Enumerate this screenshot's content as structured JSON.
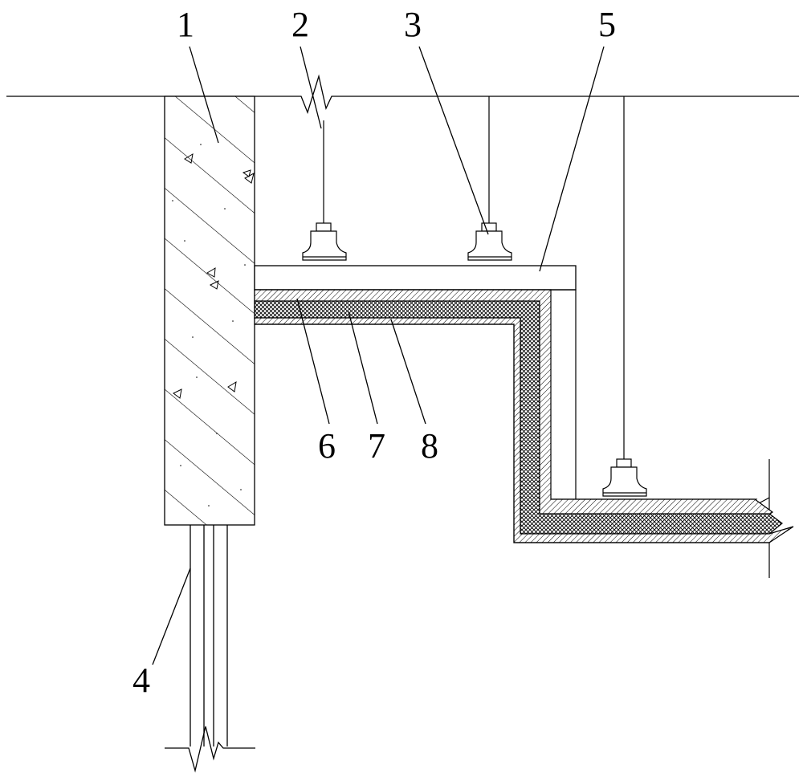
{
  "figure": {
    "callouts": [
      {
        "id": "1",
        "text": "1"
      },
      {
        "id": "2",
        "text": "2"
      },
      {
        "id": "3",
        "text": "3"
      },
      {
        "id": "4",
        "text": "4"
      },
      {
        "id": "5",
        "text": "5"
      },
      {
        "id": "6",
        "text": "6"
      },
      {
        "id": "7",
        "text": "7"
      },
      {
        "id": "8",
        "text": "8"
      }
    ],
    "line_color": "#000000",
    "background": "#ffffff"
  }
}
